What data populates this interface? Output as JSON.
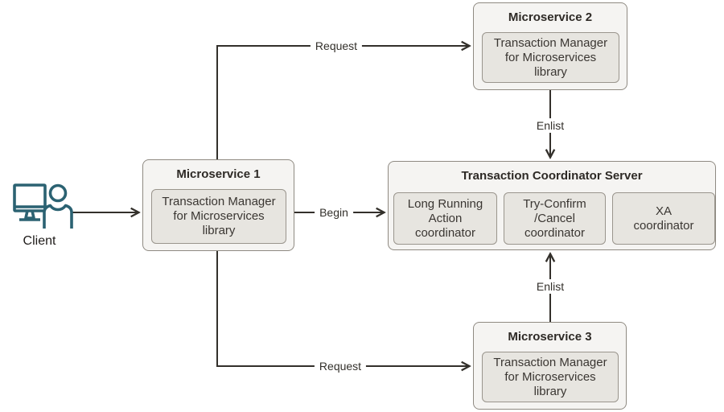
{
  "client": {
    "label": "Client"
  },
  "nodes": {
    "ms1": {
      "title": "Microservice 1",
      "library": "Transaction Manager\nfor Microservices\nlibrary"
    },
    "ms2": {
      "title": "Microservice 2",
      "library": "Transaction Manager\nfor Microservices\nlibrary"
    },
    "ms3": {
      "title": "Microservice 3",
      "library": "Transaction Manager\nfor Microservices\nlibrary"
    },
    "tcs": {
      "title": "Transaction Coordinator Server",
      "coordinators": [
        {
          "label": "Long Running\nAction\ncoordinator"
        },
        {
          "label": "Try-Confirm\n/Cancel\ncoordinator"
        },
        {
          "label": "XA\ncoordinator"
        }
      ]
    }
  },
  "edges": {
    "ms1_to_ms2": {
      "label": "Request"
    },
    "ms1_to_tcs": {
      "label": "Begin"
    },
    "ms1_to_ms3": {
      "label": "Request"
    },
    "ms2_to_tcs": {
      "label": "Enlist"
    },
    "ms3_to_tcs": {
      "label": "Enlist"
    }
  },
  "colors": {
    "node_fill": "#f5f4f2",
    "node_border": "#8f8a82",
    "inner_fill": "#e7e5e0",
    "inner_border": "#9a958d",
    "text": "#312d2a",
    "arrow": "#33302b",
    "client_icon": "#2b6272"
  }
}
